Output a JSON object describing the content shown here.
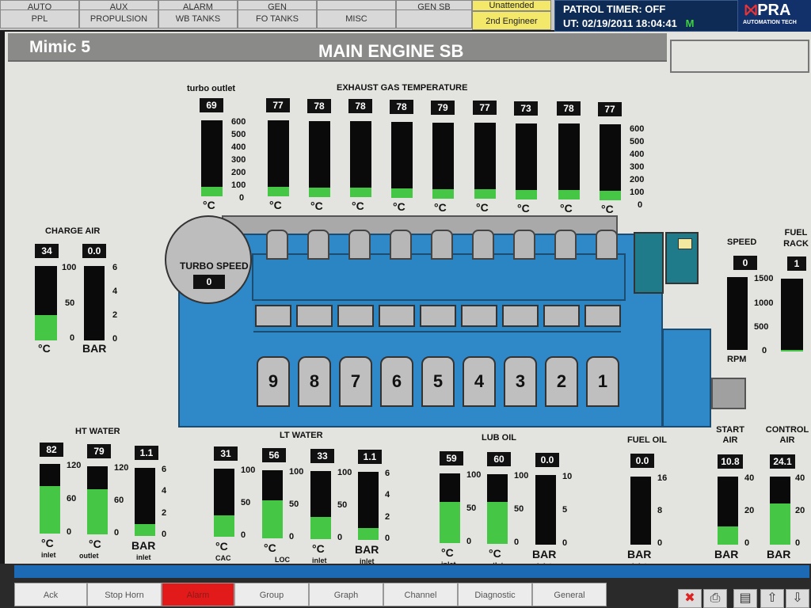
{
  "nav_row1": [
    "AUTO",
    "AUX",
    "ALARM",
    "GEN",
    "",
    "GEN SB"
  ],
  "nav_row2": [
    "PPL",
    "PROPULSION",
    "WB TANKS",
    "FO TANKS",
    "MISC"
  ],
  "mode": {
    "status": "Unattended",
    "role": "2nd Engineer"
  },
  "patrol": {
    "timer": "PATROL TIMER: OFF",
    "ut": "UT: 02/19/2011 18:04:41",
    "flag": "M"
  },
  "logo": {
    "name": "PRA",
    "sub": "AUTOMATION TECH"
  },
  "title": {
    "mimic": "Mimic 5",
    "main": "MAIN ENGINE SB"
  },
  "exhaust": {
    "turbo_label": "turbo outlet",
    "group_label": "EXHAUST GAS TEMPERATURE",
    "turbo_value": "69",
    "cyl_values": [
      "77",
      "78",
      "78",
      "78",
      "79",
      "77",
      "73",
      "78",
      "77"
    ],
    "unit": "°C",
    "scale": [
      "600",
      "500",
      "400",
      "300",
      "200",
      "100",
      "0"
    ],
    "fill_fraction": 0.12
  },
  "charge_air": {
    "label": "CHARGE AIR",
    "temp": "34",
    "temp_unit": "°C",
    "temp_scale": [
      "100",
      "50",
      "0"
    ],
    "temp_fill": 0.34,
    "press": "0.0",
    "press_unit": "BAR",
    "press_scale": [
      "6",
      "4",
      "2",
      "0"
    ],
    "press_fill": 0.0
  },
  "turbo_speed": {
    "label": "TURBO SPEED",
    "value": "0"
  },
  "speed": {
    "label": "SPEED",
    "value": "0",
    "unit": "RPM",
    "scale": [
      "1500",
      "1000",
      "500",
      "0"
    ],
    "fill": 0.0
  },
  "fuel_rack": {
    "label": "FUEL RACK",
    "value": "1",
    "fill": 0.02
  },
  "cylinders": [
    "9",
    "8",
    "7",
    "6",
    "5",
    "4",
    "3",
    "2",
    "1"
  ],
  "ht_water": {
    "label": "HT WATER",
    "inlet": "82",
    "outlet": "79",
    "press": "1.1",
    "temp_scale": [
      "120",
      "60",
      "0"
    ],
    "press_scale": [
      "6",
      "4",
      "2",
      "0"
    ],
    "inlet_fill": 0.68,
    "outlet_fill": 0.66,
    "press_fill": 0.18,
    "sub_inlet": "inlet",
    "sub_outlet": "outlet",
    "sub_press": "inlet",
    "unit_c": "°C",
    "unit_bar": "BAR"
  },
  "lt_water": {
    "label": "LT WATER",
    "cac": "31",
    "loc": "56",
    "inlet": "33",
    "press": "1.1",
    "scale": [
      "100",
      "50",
      "0"
    ],
    "press_scale": [
      "6",
      "4",
      "2",
      "0"
    ],
    "cac_fill": 0.31,
    "loc_fill": 0.56,
    "inlet_fill": 0.33,
    "press_fill": 0.18,
    "sub_cac": "CAC",
    "sub_loc": "LOC",
    "sub_inlet": "inlet",
    "sub_press": "inlet",
    "unit_c": "°C",
    "unit_bar": "BAR"
  },
  "lub_oil": {
    "label": "LUB OIL",
    "inlet": "59",
    "outlet": "60",
    "press": "0.0",
    "scale": [
      "100",
      "50",
      "0"
    ],
    "press_scale": [
      "10",
      "5",
      "0"
    ],
    "inlet_fill": 0.59,
    "outlet_fill": 0.6,
    "press_fill": 0.0,
    "sub_inlet": "inlet",
    "sub_outlet": "outlet",
    "sub_press": "inlet",
    "unit_c": "°C",
    "unit_bar": "BAR"
  },
  "fuel_oil": {
    "label": "FUEL OIL",
    "value": "0.0",
    "scale": [
      "16",
      "8",
      "0"
    ],
    "fill": 0.0,
    "unit": "BAR",
    "sub": "inlet"
  },
  "start_air": {
    "label": "START AIR",
    "value": "10.8",
    "scale": [
      "40",
      "20",
      "0"
    ],
    "fill": 0.27,
    "unit": "BAR"
  },
  "control_air": {
    "label": "CONTROL AIR",
    "value": "24.1",
    "scale": [
      "40",
      "20",
      "0"
    ],
    "fill": 0.6,
    "unit": "BAR"
  },
  "footer": [
    "Ack",
    "Stop Horn",
    "Alarm",
    "Group",
    "Graph",
    "Channel",
    "Diagnostic",
    "General"
  ]
}
